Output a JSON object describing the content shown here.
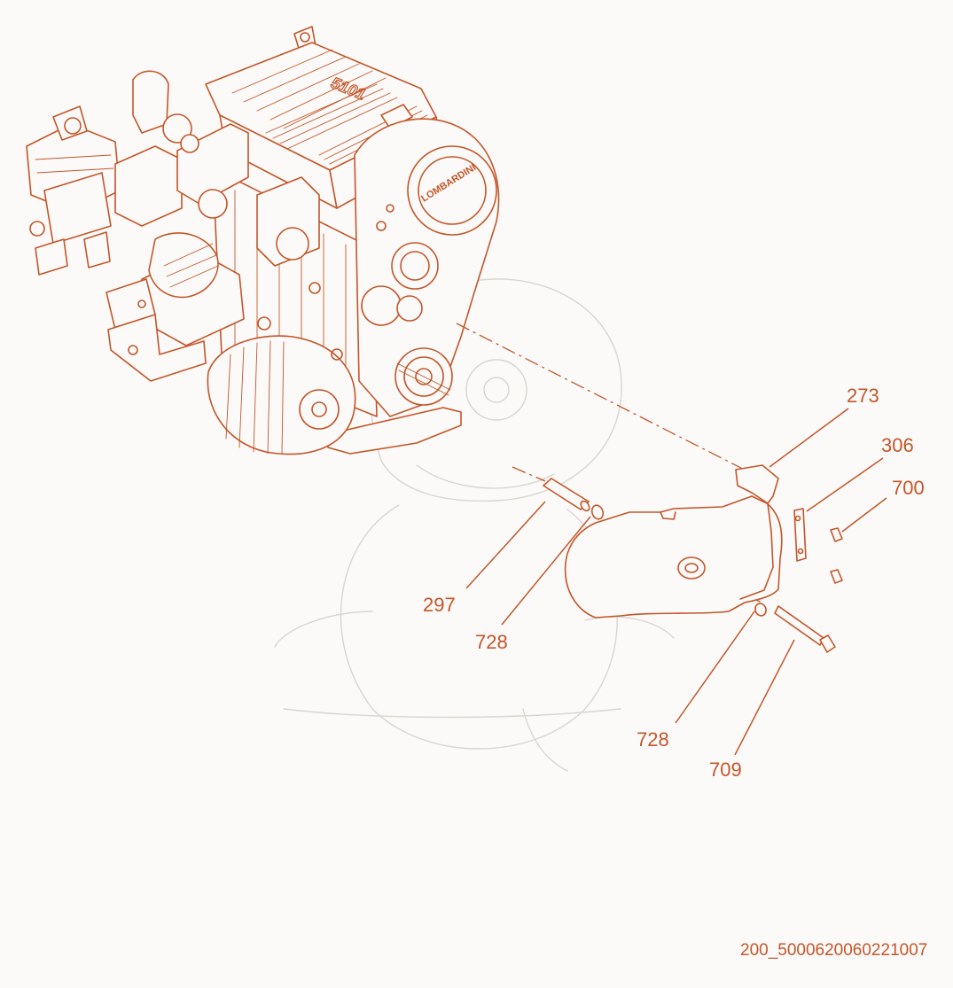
{
  "diagram": {
    "part_labels": [
      "273",
      "306",
      "700",
      "297",
      "728",
      "728",
      "709"
    ],
    "drawing_code": "200_5000620060221007",
    "engine_brand_text": "LOMBARDINI",
    "colors": {
      "line": "#c4562a",
      "background": "#fbfaf8",
      "watermark": "#d9d5cf"
    }
  }
}
